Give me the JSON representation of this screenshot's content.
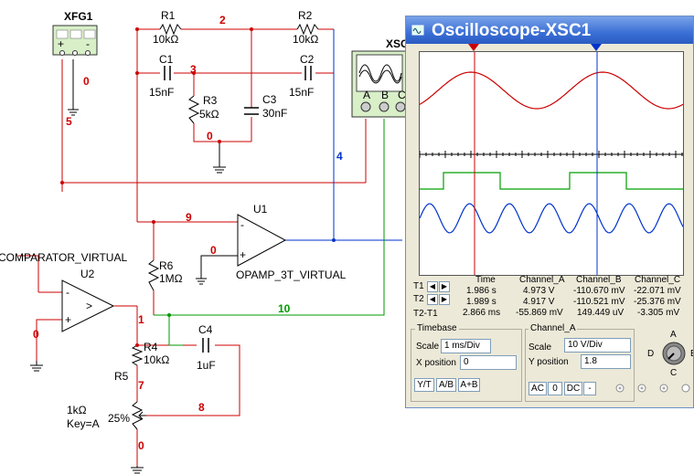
{
  "schematic": {
    "xfg_label": "XFG1",
    "r1": {
      "name": "R1",
      "value": "10kΩ"
    },
    "r2": {
      "name": "R2",
      "value": "10kΩ"
    },
    "c1": {
      "name": "C1",
      "value": "15nF"
    },
    "c2": {
      "name": "C2",
      "value": "15nF"
    },
    "r3": {
      "name": "R3",
      "value": "5kΩ"
    },
    "c3": {
      "name": "C3",
      "value": "30nF"
    },
    "u1": {
      "name": "U1",
      "model": "OPAMP_3T_VIRTUAL"
    },
    "u2": {
      "name": "U2",
      "model": "COMPARATOR_VIRTUAL"
    },
    "r6": {
      "name": "R6",
      "value": "1MΩ"
    },
    "r4": {
      "name": "R4",
      "value": "10kΩ"
    },
    "r5": {
      "name": "R5",
      "value": "1kΩ",
      "key": "Key=A",
      "percent": "25%"
    },
    "c4": {
      "name": "C4",
      "value": "1uF"
    },
    "xsc_label": "XSC",
    "nodes": {
      "n0a": "0",
      "n0b": "0",
      "n0c": "0",
      "n0d": "0",
      "n0e": "0",
      "n1": "1",
      "n2": "2",
      "n3": "3",
      "n4": "4",
      "n5": "5",
      "n7": "7",
      "n8": "8",
      "n9": "9",
      "n10": "10"
    },
    "scope_pins": [
      "A",
      "B",
      "C"
    ],
    "fg_pins": [
      "+",
      "-"
    ],
    "opamp_pins": {
      "minus": "-",
      "plus": "+",
      "comp_gt": ">"
    }
  },
  "oscilloscope": {
    "title": "Oscilloscope-XSC1",
    "cursors": {
      "t1": "T1",
      "t2": "T2",
      "t2t1": "T2-T1"
    },
    "table": {
      "headers": [
        "Time",
        "Channel_A",
        "Channel_B",
        "Channel_C"
      ],
      "rows": [
        [
          "1.986 s",
          "4.973 V",
          "-110.670 mV",
          "-22.071 mV"
        ],
        [
          "1.989 s",
          "4.917 V",
          "-110.521 mV",
          "-25.376 mV"
        ],
        [
          "2.866 ms",
          "-55.869 mV",
          "149.449 uV",
          "-3.305 mV"
        ]
      ]
    },
    "timebase": {
      "title": "Timebase",
      "scale_label": "Scale",
      "scale_value": "1 ms/Div",
      "xpos_label": "X position",
      "xpos_value": "0",
      "modes": [
        "Y/T",
        "A/B",
        "A+B"
      ]
    },
    "channel_a": {
      "title": "Channel_A",
      "scale_label": "Scale",
      "scale_value": "10  V/Div",
      "ypos_label": "Y position",
      "ypos_value": "1.8",
      "coupling": [
        "AC",
        "0",
        "DC",
        "-"
      ]
    },
    "knob_labels": [
      "A",
      "D",
      "B",
      "C"
    ],
    "colors": {
      "channel_a": "#cc0000",
      "channel_b": "#00a000",
      "channel_c": "#0033cc",
      "title_bar": "#3a6fd6",
      "cursor1": "#cc0000",
      "cursor2": "#0033cc"
    }
  }
}
